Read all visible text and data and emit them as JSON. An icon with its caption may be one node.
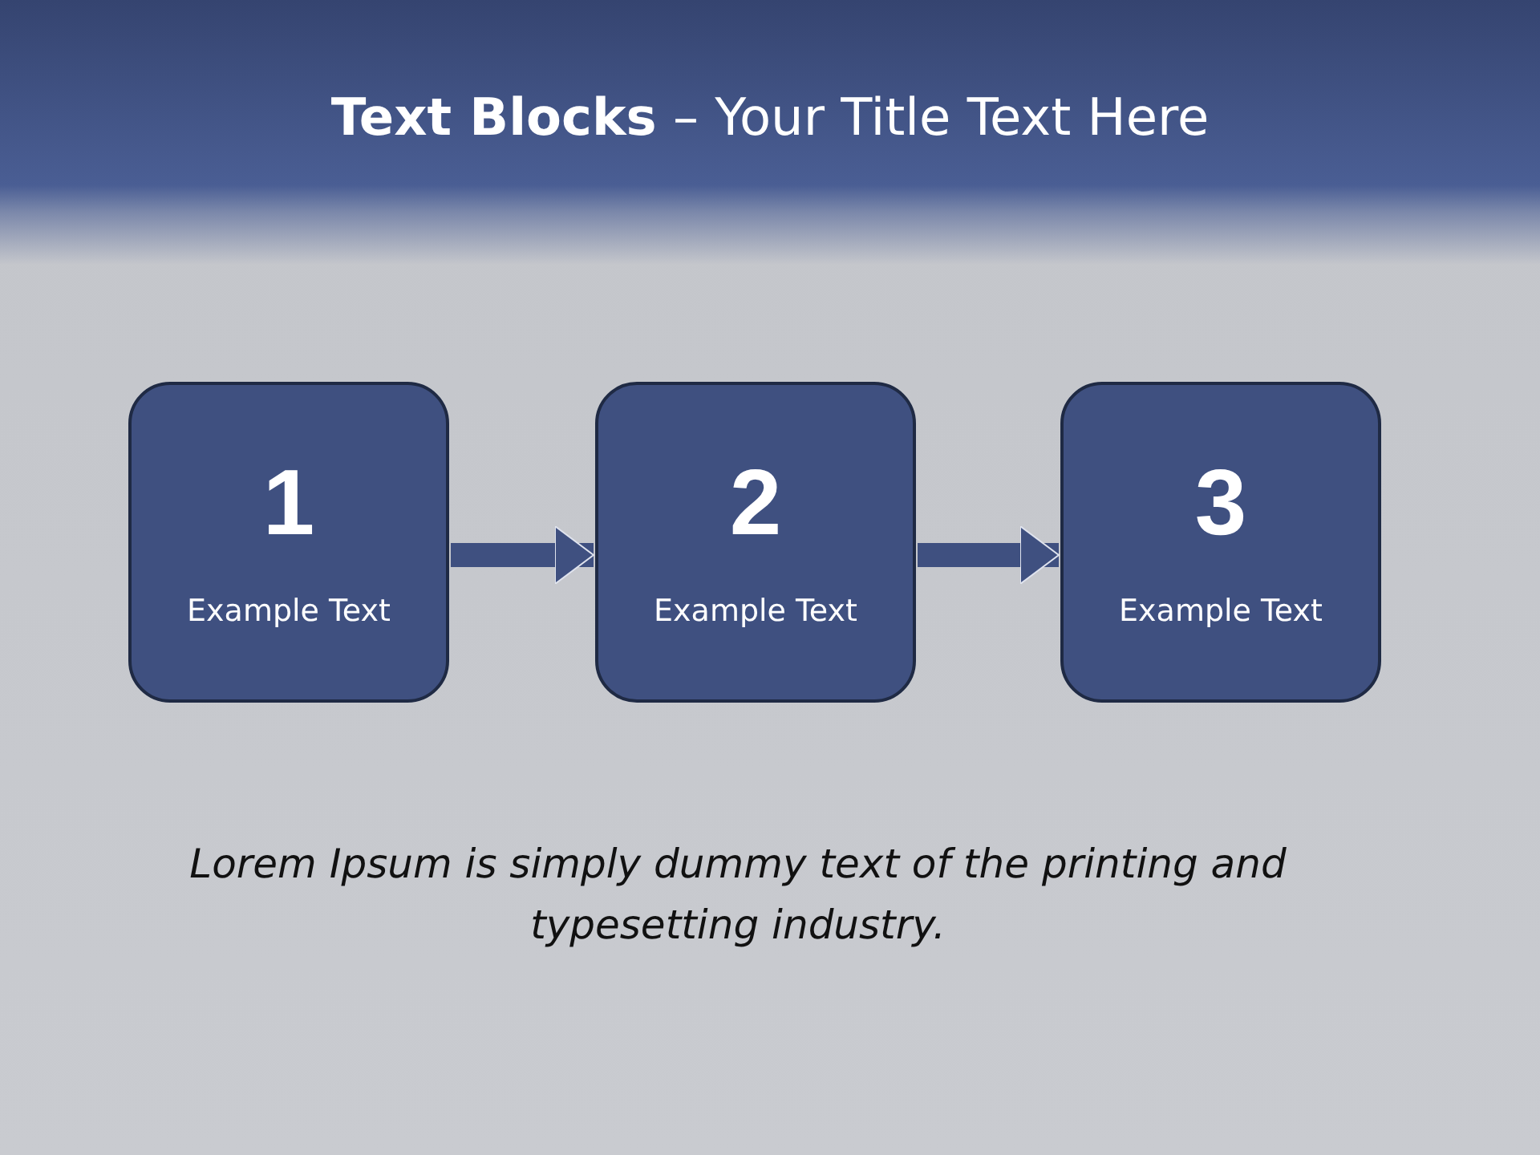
{
  "diagram": {
    "title": "**Text Blocks** – Your Title Text Here",
    "nodes": [
      {
        "text": [
          "1",
          "Example Text"
        ]
      },
      {
        "text": [
          "2",
          "Example Text"
        ]
      },
      {
        "text": [
          "3",
          "Example Text"
        ]
      }
    ],
    "edges": [
      {
        "from": 0,
        "to": 1,
        "arrow": "to"
      },
      {
        "from": 1,
        "to": 2,
        "arrow": "to"
      }
    ],
    "caption": "Lorem Ipsum is simply dummy text of the printing and typesetting industry."
  }
}
